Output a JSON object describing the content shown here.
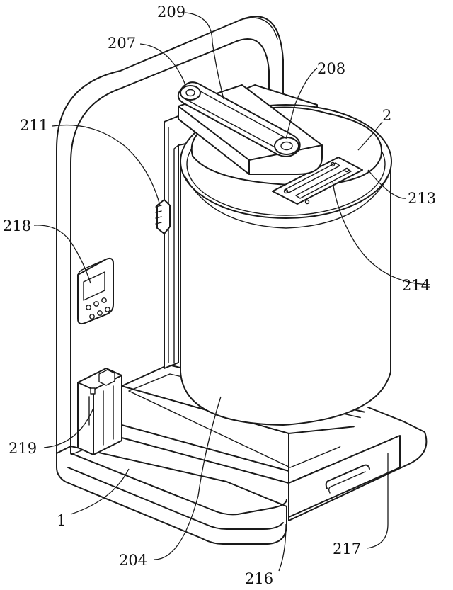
{
  "labels": {
    "l209": "209",
    "l207": "207",
    "l208": "208",
    "l2": "2",
    "l211": "211",
    "l213": "213",
    "l218": "218",
    "l214": "214",
    "l219": "219",
    "l1": "1",
    "l204": "204",
    "l216": "216",
    "l217": "217"
  }
}
